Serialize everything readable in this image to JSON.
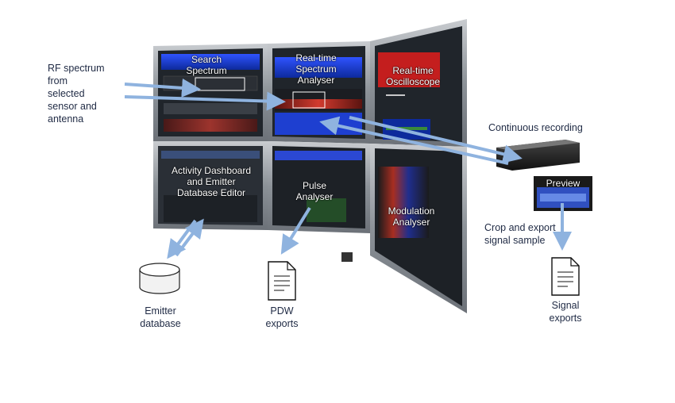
{
  "diagram": {
    "input_label": "RF spectrum\nfrom\nselected\nsensor and\nantenna",
    "screens": {
      "search": "Search\nSpectrum",
      "realtime_spectrum": "Real-time\nSpectrum\nAnalyser",
      "oscilloscope": "Real-time\nOscilloscope",
      "activity": "Activity Dashboard\nand Emitter\nDatabase Editor",
      "pulse": "Pulse\nAnalyser",
      "modulation": "Modulation\nAnalyser"
    },
    "continuous_recording": "Continuous recording",
    "preview": "Preview",
    "crop_export": "Crop and export\nsignal sample",
    "emitter_database": "Emitter\ndatabase",
    "pdw_exports": "PDW\nexports",
    "signal_exports": "Signal\nexports"
  },
  "colors": {
    "arrow": "#8fb3df",
    "text": "#1f2a44",
    "bezel": "#9aa0a6",
    "screen_dark": "#20252b",
    "spectrum_blue": "#1e3fd0",
    "spectrum_red": "#c8322a"
  }
}
